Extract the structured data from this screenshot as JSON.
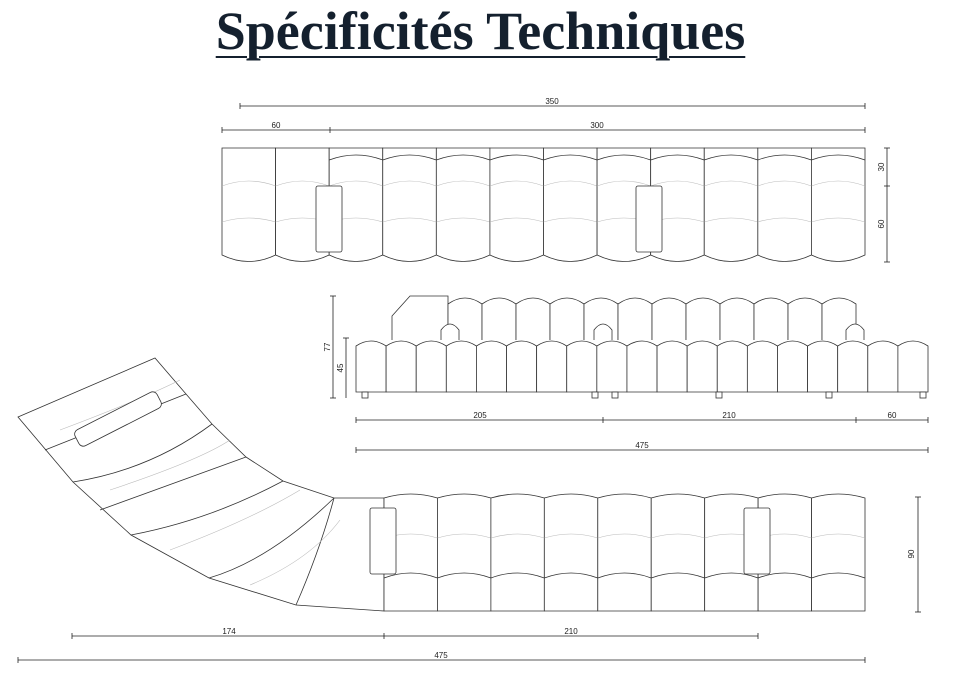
{
  "title": "Spécificités Techniques",
  "top_view": {
    "dims": {
      "total_width": "350",
      "end_module": "60",
      "center_run": "300",
      "back_depth": "30",
      "seat_depth": "60"
    }
  },
  "side_view": {
    "dims": {
      "total_height": "77",
      "seat_height": "45",
      "segment_a": "205",
      "segment_b": "210",
      "segment_c": "60",
      "total_length": "475"
    }
  },
  "curved_view": {
    "dims": {
      "curved_section": "174",
      "straight_section": "210",
      "total_length": "475",
      "depth": "90"
    }
  }
}
